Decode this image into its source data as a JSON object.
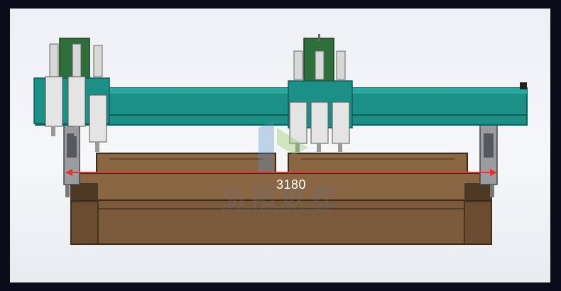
{
  "dimension": {
    "value": "3180",
    "line_color": "#e8302c"
  },
  "watermark": {
    "cn": "弘阳数控",
    "en": "HONGYANGSHUKONG"
  },
  "colors": {
    "beam": "#1c8f86",
    "beam_dark": "#0f5e58",
    "bed": "#7a5a3a",
    "bed_dark": "#4e3a24",
    "head_green": "#2e6e3a",
    "spindle": "#d8d8d8"
  }
}
